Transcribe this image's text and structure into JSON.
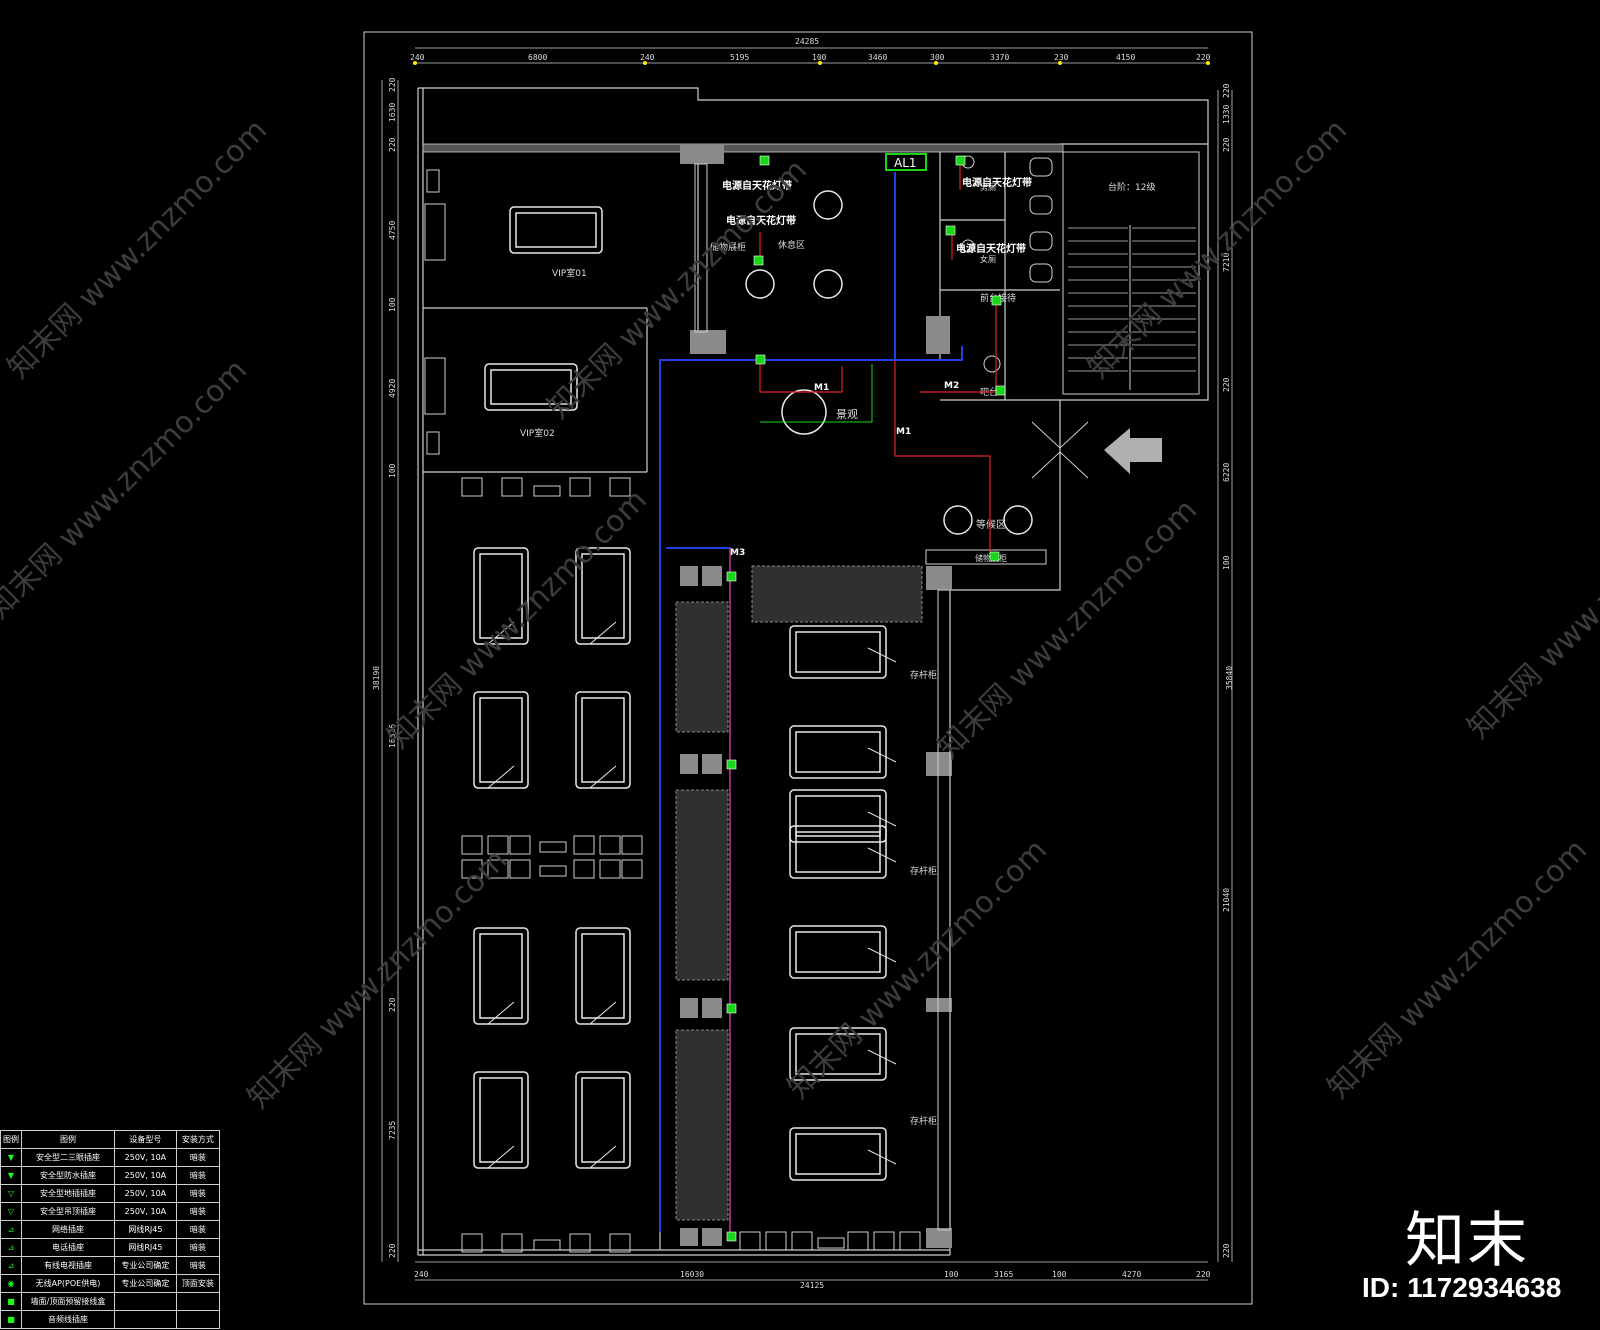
{
  "drawing": {
    "panel_label": "AL1",
    "colors": {
      "background": "#000000",
      "wall": "#cfcfcf",
      "socket": "#19d619",
      "wire_red": "#e02020",
      "wire_blue": "#2040e0",
      "wire_green": "#19d619",
      "arrow": "#b0b0b0"
    },
    "rooms": {
      "vip1": "VIP室01",
      "vip2": "VIP室02",
      "rest": "休息区",
      "wait": "等候区",
      "stairs": "台阶：12级",
      "landscape": "景观",
      "storage_cabinet": "储物展柜",
      "toilet_m": "男厕",
      "toilet_f": "女厕",
      "bar": "吧台",
      "reception": "前台接待",
      "cue_rack": "存杆柜"
    },
    "notes": {
      "ceiling_light_1": "电源自天花灯带",
      "ceiling_light_2": "电源自天花灯带",
      "ceiling_light_3": "电源自天花灯带",
      "ceiling_light_4": "电源自天花灯带"
    },
    "circuits": {
      "m1a": "M1",
      "m1b": "M1",
      "m2": "M2",
      "m3": "M3"
    },
    "dims_top": [
      "240",
      "6800",
      "240",
      "5195",
      "100",
      "3460",
      "300",
      "3370",
      "230",
      "4150",
      "220"
    ],
    "dims_top_total": "24285",
    "dims_bottom": [
      "240",
      "16030",
      "100",
      "3165",
      "100",
      "4270",
      "220"
    ],
    "dims_bottom_total": "24125",
    "dims_left": [
      "220",
      "1630",
      "220",
      "4750",
      "100",
      "4920",
      "100",
      "16326",
      "220",
      "7235",
      "220"
    ],
    "dims_left_total": "38190",
    "dims_right": [
      "220",
      "1330",
      "220",
      "7210",
      "220",
      "6220",
      "100",
      "21040",
      "220"
    ],
    "dims_right_total": "35840",
    "watermark": "知末网 www.znzmo.com"
  },
  "legend": {
    "headers": [
      "图例",
      "图例",
      "设备型号",
      "安装方式"
    ],
    "rows": [
      {
        "name": "安全型二三眼插座",
        "model": "250V, 10A",
        "mount": "暗装"
      },
      {
        "name": "安全型防水插座",
        "model": "250V, 10A",
        "mount": "暗装"
      },
      {
        "name": "安全型地插插座",
        "model": "250V, 10A",
        "mount": "暗装"
      },
      {
        "name": "安全型吊顶插座",
        "model": "250V, 10A",
        "mount": "暗装"
      },
      {
        "name": "网络插座",
        "model": "网线RJ45",
        "mount": "暗装"
      },
      {
        "name": "电话插座",
        "model": "网线RJ45",
        "mount": "暗装"
      },
      {
        "name": "有线电视插座",
        "model": "专业公司确定",
        "mount": "暗装"
      },
      {
        "name": "无线AP(POE供电)",
        "model": "专业公司确定",
        "mount": "顶面安装"
      },
      {
        "name": "墙面/顶面预留接线盒",
        "model": "",
        "mount": ""
      },
      {
        "name": "音频线插座",
        "model": "",
        "mount": ""
      }
    ]
  },
  "brand": "知末",
  "image_id": "ID: 1172934638"
}
